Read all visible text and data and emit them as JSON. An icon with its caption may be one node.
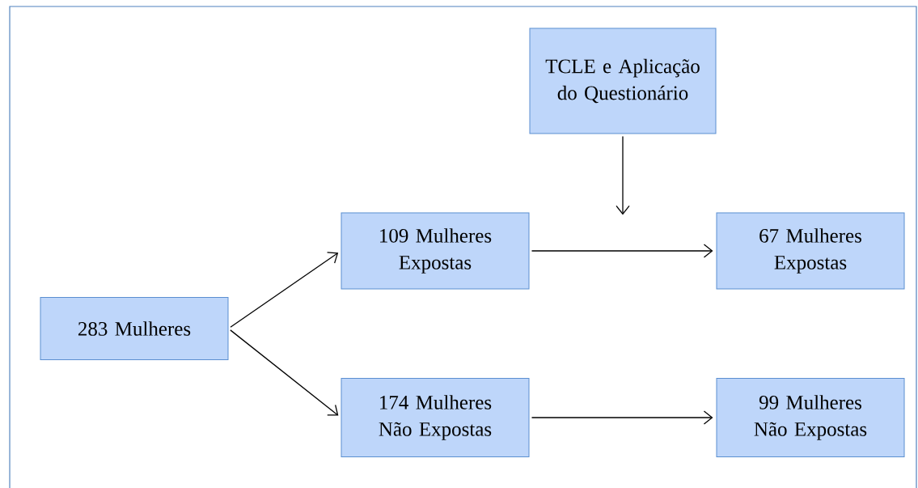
{
  "diagram": {
    "nodes": [
      {
        "text": [
          "TCLE e Aplicação do Questionário"
        ]
      },
      {
        "text": [
          "283 Mulheres"
        ]
      },
      {
        "text": [
          "109 Mulheres Expostas"
        ]
      },
      {
        "text": [
          "67 Mulheres Expostas"
        ]
      },
      {
        "text": [
          "174 Mulheres Não Expostas"
        ]
      },
      {
        "text": [
          "99 Mulheres Não Expostas"
        ]
      }
    ],
    "edges": [
      {
        "from": 0,
        "to": null,
        "arrow": "to"
      },
      {
        "from": 1,
        "to": 2,
        "arrow": "to"
      },
      {
        "from": 1,
        "to": 4,
        "arrow": "to"
      },
      {
        "from": 2,
        "to": 3,
        "arrow": "to"
      },
      {
        "from": 4,
        "to": 5,
        "arrow": "to"
      }
    ]
  }
}
